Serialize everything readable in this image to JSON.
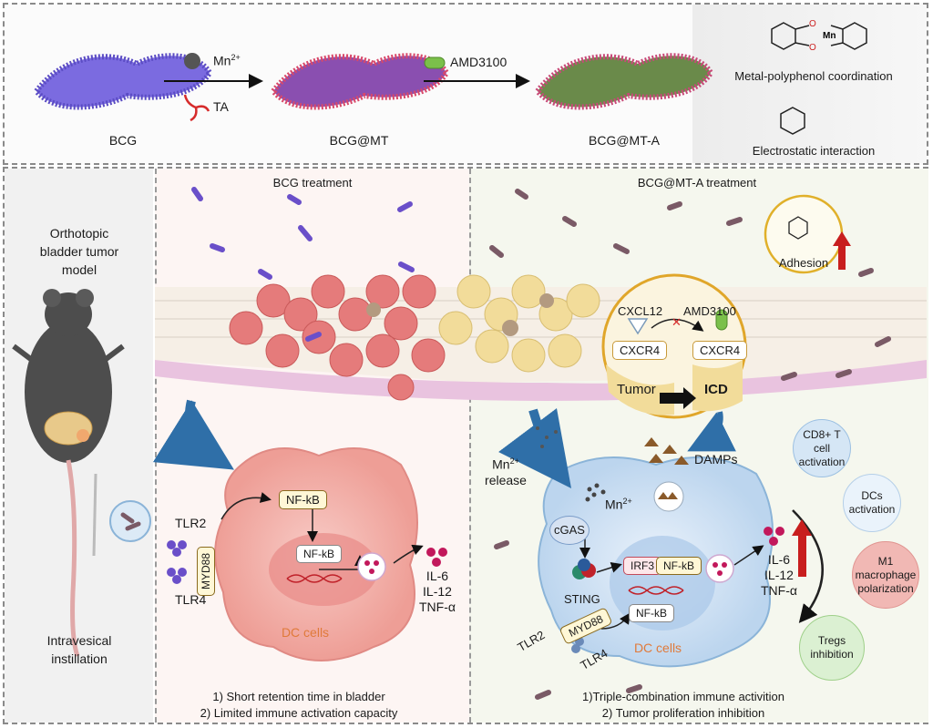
{
  "top": {
    "bcg": "BCG",
    "mn": "Mn",
    "mn_sup": "2+",
    "ta": "TA",
    "bcg_mt": "BCG@MT",
    "amd": "AMD3100",
    "bcg_mta": "BCG@MT-A",
    "metal_coord": "Metal-polyphenol coordination",
    "electrostatic": "Electrostatic interaction"
  },
  "mouse_panel": {
    "model_line1": "Orthotopic",
    "model_line2": "bladder tumor",
    "model_line3": "model",
    "instill_line1": "Intravesical",
    "instill_line2": "instillation"
  },
  "bcg_panel": {
    "title": "BCG treatment",
    "tlr2": "TLR2",
    "tlr4": "TLR4",
    "myd88": "MYD88",
    "nfkb_outer": "NF-kB",
    "nfkb_inner": "NF-kB",
    "cytokines": [
      "IL-6",
      "IL-12",
      "TNF-α"
    ],
    "dc_cells": "DC cells",
    "note1": "1) Short retention time in bladder",
    "note2": "2) Limited immune activation capacity"
  },
  "mta_panel": {
    "title": "BCG@MT-A treatment",
    "adhesion": "Adhesion",
    "cxcl12": "CXCL12",
    "amd": "AMD3100",
    "cxcr4_left": "CXCR4",
    "cxcr4_right": "CXCR4",
    "tumor": "Tumor",
    "icd": "ICD",
    "mn_release_1": "Mn",
    "mn_release_sup": "2+",
    "mn_release_2": "release",
    "damps": "DAMPs",
    "mn_inner": "Mn",
    "mn_inner_sup": "2+",
    "cgas": "cGAS",
    "sting": "STING",
    "irf3": "IRF3",
    "nfkb_a": "NF-kB",
    "nfkb_b": "NF-kB",
    "myd88": "MYD88",
    "tlr2": "TLR2",
    "tlr4": "TLR4",
    "dc_cells": "DC cells",
    "cytokines": [
      "IL-6",
      "IL-12",
      "TNF-α"
    ],
    "cd8_1": "CD8+ T cell",
    "cd8_2": "activation",
    "dcs_1": "DCs",
    "dcs_2": "activation",
    "m1_1": "M1",
    "m1_2": "macrophage",
    "m1_3": "polarization",
    "tregs_1": "Tregs",
    "tregs_2": "inhibition",
    "note1": "1)Triple-combination immune activition",
    "note2": "2) Tumor proliferation inhibition"
  },
  "colors": {
    "bcg_purple": "#6a4fc9",
    "tumor_pink": "#e57b7b",
    "tumor_yellow": "#f2dc9a",
    "dc_pink": "#f3b3ad",
    "dc_blue": "#d6e6f6",
    "arrow_blue": "#2f6fa8",
    "up_red": "#c81e1e"
  }
}
